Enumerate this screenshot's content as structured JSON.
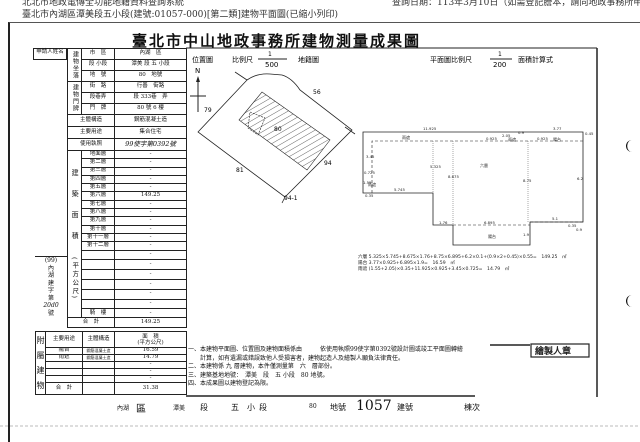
{
  "header": {
    "system": "北北市地政電傳全功能地籍資料查詢系統",
    "query_date": "查詢日期：113年3月10日（如需登記謄本，請向地政事務所申請。）",
    "subtitle": "臺北市內湖區潭美段五小段(建號:01057-000)[第二類]建物平面圖(已縮小列印)"
  },
  "doc_title": "臺北市中山地政事務所建物測量成果圖",
  "applicant": {
    "label": "申請人姓名"
  },
  "left_table": {
    "location_group": "建物坐落",
    "doorplate_group": "建物門牌",
    "rows": [
      {
        "label": "市　區",
        "value": "內湖　區"
      },
      {
        "label": "段 小段",
        "value": "潭美 段 五 小段"
      },
      {
        "label": "地　號",
        "value": "80　地號"
      },
      {
        "label": "街　路",
        "value": "行善　街路"
      },
      {
        "label": "段巷弄",
        "value": "段 333巷　弄"
      },
      {
        "label": "門　牌",
        "value": "80 號 6 樓"
      }
    ],
    "main_structure": {
      "label": "主體構造",
      "value": "鋼筋混凝土造"
    },
    "main_use": {
      "label": "主要用途",
      "value": "集合住宅"
    },
    "license": {
      "label": "使用執照",
      "value": "99使字第0392號"
    },
    "area_group": "建築面積",
    "area_unit": "(平方公尺)",
    "floors": [
      {
        "label": "地面層",
        "value": "-"
      },
      {
        "label": "第二層",
        "value": "-"
      },
      {
        "label": "第三層",
        "value": "-"
      },
      {
        "label": "第四層",
        "value": "-"
      },
      {
        "label": "第五層",
        "value": "-"
      },
      {
        "label": "第六層",
        "value": "149.25"
      },
      {
        "label": "第七層",
        "value": "-"
      },
      {
        "label": "第八層",
        "value": "-"
      },
      {
        "label": "第九層",
        "value": "-"
      },
      {
        "label": "第十層",
        "value": "-"
      },
      {
        "label": "第十一層",
        "value": "-"
      },
      {
        "label": "第十二層",
        "value": "-"
      }
    ],
    "blank_values": [
      "-",
      "-",
      "-",
      "-",
      "-",
      "-"
    ],
    "arcade": {
      "label": "騎　樓",
      "value": "-"
    },
    "total": {
      "label": "合　計",
      "value": "149.25"
    },
    "permit_box": [
      "(99)",
      "內",
      "湖",
      "建",
      "字",
      "第",
      "20d0",
      "號"
    ]
  },
  "accessory": {
    "group": "附屬建物",
    "headers": [
      "主要用途",
      "主體構造",
      "面　積\n(平方公尺)"
    ],
    "rows": [
      {
        "use": "陽台",
        "structure": "鋼筋混凝土造",
        "area": "16.59"
      },
      {
        "use": "雨遮",
        "structure": "鋼筋混凝土造",
        "area": "14.79"
      },
      {
        "use": "",
        "structure": "",
        "area": "-"
      },
      {
        "use": "",
        "structure": "",
        "area": "-"
      },
      {
        "use": "",
        "structure": "",
        "area": "-"
      }
    ],
    "total_label": "合　計",
    "total_value": "31.38"
  },
  "location_map": {
    "label": "位置圖",
    "scale_label": "比例尺",
    "scale_num": "1",
    "scale_den": "500",
    "cadastral_label": "地籍圖",
    "north": "N",
    "parcels": [
      "56",
      "79",
      "80",
      "81",
      "94",
      "94-1"
    ]
  },
  "floor_plan": {
    "scale_label": "平面圖比例尺",
    "scale_num": "1",
    "scale_den": "200",
    "calc_label": "面積計算式",
    "dimensions": [
      "11.925",
      "2.05",
      "0.9",
      "3.77",
      "0.45",
      "3.45",
      "0.725",
      "1.55",
      "0.35",
      "5.745",
      "5.325",
      "8.675",
      "8.75",
      "6.2",
      "1.76",
      "6.895",
      "5.1",
      "1.9",
      "0.35",
      "0.9",
      "0.925",
      "0.925"
    ],
    "rooms": [
      "雨遮",
      "雨遮",
      "陽台",
      "六層",
      "雨遮",
      "陽台"
    ],
    "formulas": [
      "六層 5.325×5.745+8.675×1.76+8.75×6.895+6.2×0.1+(0.9×2+0.45)×0.55=　149.25　㎡",
      "陽台 3.77×0.925+6.895×1.9=　16.59　㎡",
      "雨遮 (1.55+2.05)×0.35+11.925×0.925+3.45×0.725=　14.79　㎡"
    ]
  },
  "notes": [
    "一、本建物平面圖、位置圖及建物面積係由　　　依使用執照99使字第0392號設計圖或竣工平面圖轉繪",
    "　　計算，如有遺漏或錯誤致他人受損害者，建物起造人及繪製人願負法律責任。",
    "二、本建物係 九 層建物，本件僅測量第　六　層部份。",
    "三、建築基地地號：　潭美　段　五 小段　80 地號。",
    "四、本成果圖以建物登記為限。"
  ],
  "stamp": "繪製人章",
  "footer": {
    "district": "內湖",
    "district_unit": "區",
    "section": "潭美",
    "section_unit": "段",
    "subsection": "五",
    "subsection_unit": "小段",
    "lot": "80",
    "lot_unit": "地號",
    "building_no": "1057",
    "building_unit": "建號",
    "block_label": "棟次"
  }
}
